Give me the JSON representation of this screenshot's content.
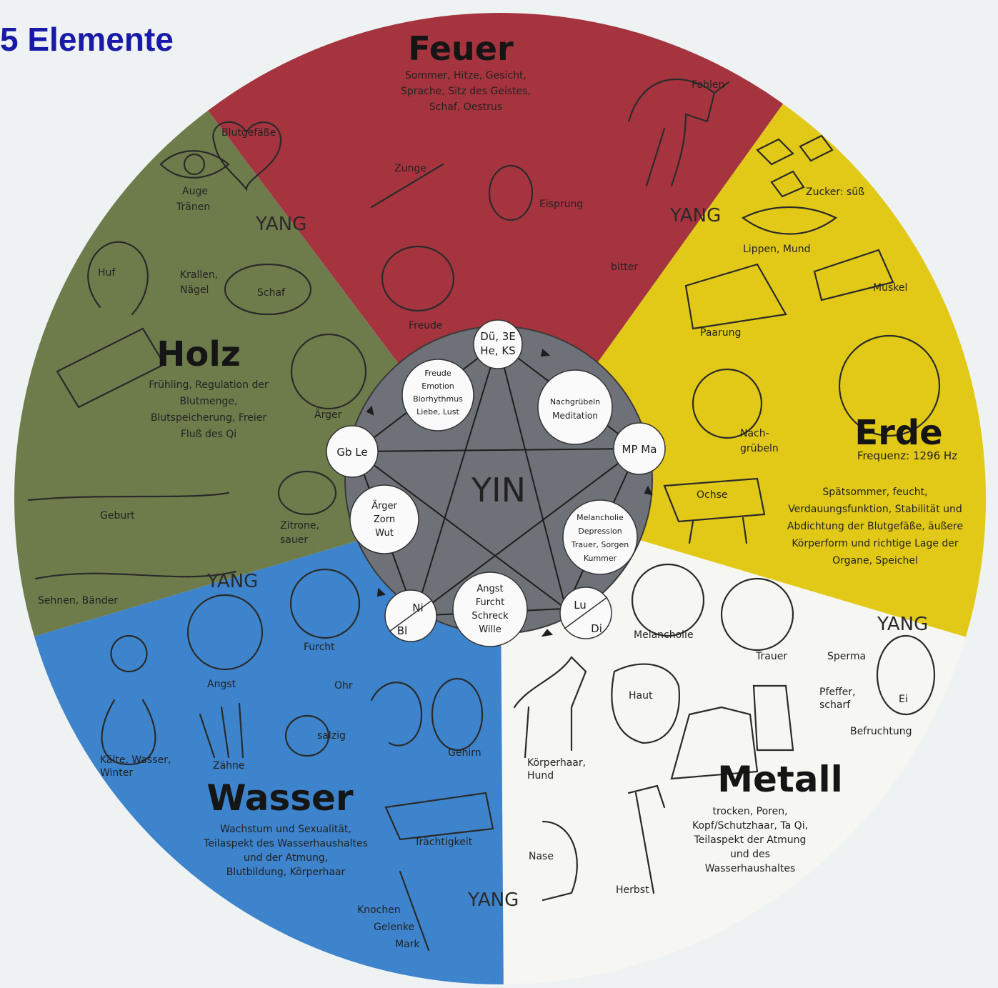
{
  "title": "5 Elemente",
  "center_label": "YIN",
  "yang_label": "YANG",
  "colors": {
    "fire": "#a6343e",
    "earth": "#e2c918",
    "metal": "#f6f6f2",
    "water": "#3d84cc",
    "wood": "#6e7c4c",
    "center": "#6f7178",
    "title": "#1a1aa8"
  },
  "elements": {
    "feuer": {
      "name": "Feuer",
      "desc": [
        "Sommer, Hitze, Gesicht,",
        "Sprache, Sitz des Geistes,",
        "Schaf, Oestrus"
      ],
      "items": [
        "Fohlen",
        "Blutgefäße",
        "Zunge",
        "Eisprung",
        "bitter",
        "Freude"
      ]
    },
    "erde": {
      "name": "Erde",
      "freq": "Frequenz: 1296 Hz",
      "desc": [
        "Spätsommer, feucht,",
        "Verdauungsfunktion, Stabilität und",
        "Abdichtung der Blutgefäße, äußere",
        "Körperform und richtige Lage der",
        "Organe, Speichel"
      ],
      "items": [
        "Zucker: süß",
        "Lippen, Mund",
        "Muskel",
        "Paarung",
        "Nach-",
        "grübeln",
        "Ochse"
      ]
    },
    "metall": {
      "name": "Metall",
      "desc": [
        "trocken, Poren,",
        "Kopf/Schutzhaar, Ta Qi,",
        "Teilaspekt der Atmung",
        "und des",
        "Wasserhaushaltes"
      ],
      "items": [
        "Melancholie",
        "Trauer",
        "Sperma",
        "Ei",
        "Pfeffer,",
        "scharf",
        "Befruchtung",
        "Haut",
        "Körperhaar,",
        "Hund",
        "Nase",
        "Herbst"
      ]
    },
    "wasser": {
      "name": "Wasser",
      "desc": [
        "Wachstum und Sexualität,",
        "Teilaspekt des Wasserhaushaltes",
        "und der Atmung,",
        "Blutbildung, Körperhaar"
      ],
      "items": [
        "Furcht",
        "Angst",
        "Ohr",
        "salzig",
        "Gehirn",
        "Kälte, Wasser,",
        "Winter",
        "Zähne",
        "Trächtigkeit",
        "Knochen",
        "Gelenke",
        "Mark"
      ]
    },
    "holz": {
      "name": "Holz",
      "desc": [
        "Frühling, Regulation der",
        "Blutmenge,",
        "Blutspeicherung, Freier",
        "Fluß des Qi"
      ],
      "items": [
        "Auge",
        "Tränen",
        "Huf",
        "Krallen,",
        "Nägel",
        "Schaf",
        "Ärger",
        "Geburt",
        "Zitrone,",
        "sauer",
        "Sehnen, Bänder"
      ]
    }
  },
  "center_nodes": {
    "organs_fire": [
      "Dü, 3E",
      "He, KS"
    ],
    "organs_earth": "MP Ma",
    "organs_metal": [
      "Lu",
      "Di"
    ],
    "organs_water": [
      "Ni",
      "Bl"
    ],
    "organs_wood": "Gb Le",
    "emo_fire": [
      "Freude",
      "Emotion",
      "Biorhythmus",
      "Liebe, Lust"
    ],
    "emo_earth": [
      "Nachgrübeln",
      "Meditation"
    ],
    "emo_metal": [
      "Melancholie",
      "Depression",
      "Trauer, Sorgen",
      "Kummer"
    ],
    "emo_water": [
      "Angst",
      "Furcht",
      "Schreck",
      "Wille"
    ],
    "emo_wood": [
      "Ärger",
      "Zorn",
      "Wut"
    ]
  }
}
